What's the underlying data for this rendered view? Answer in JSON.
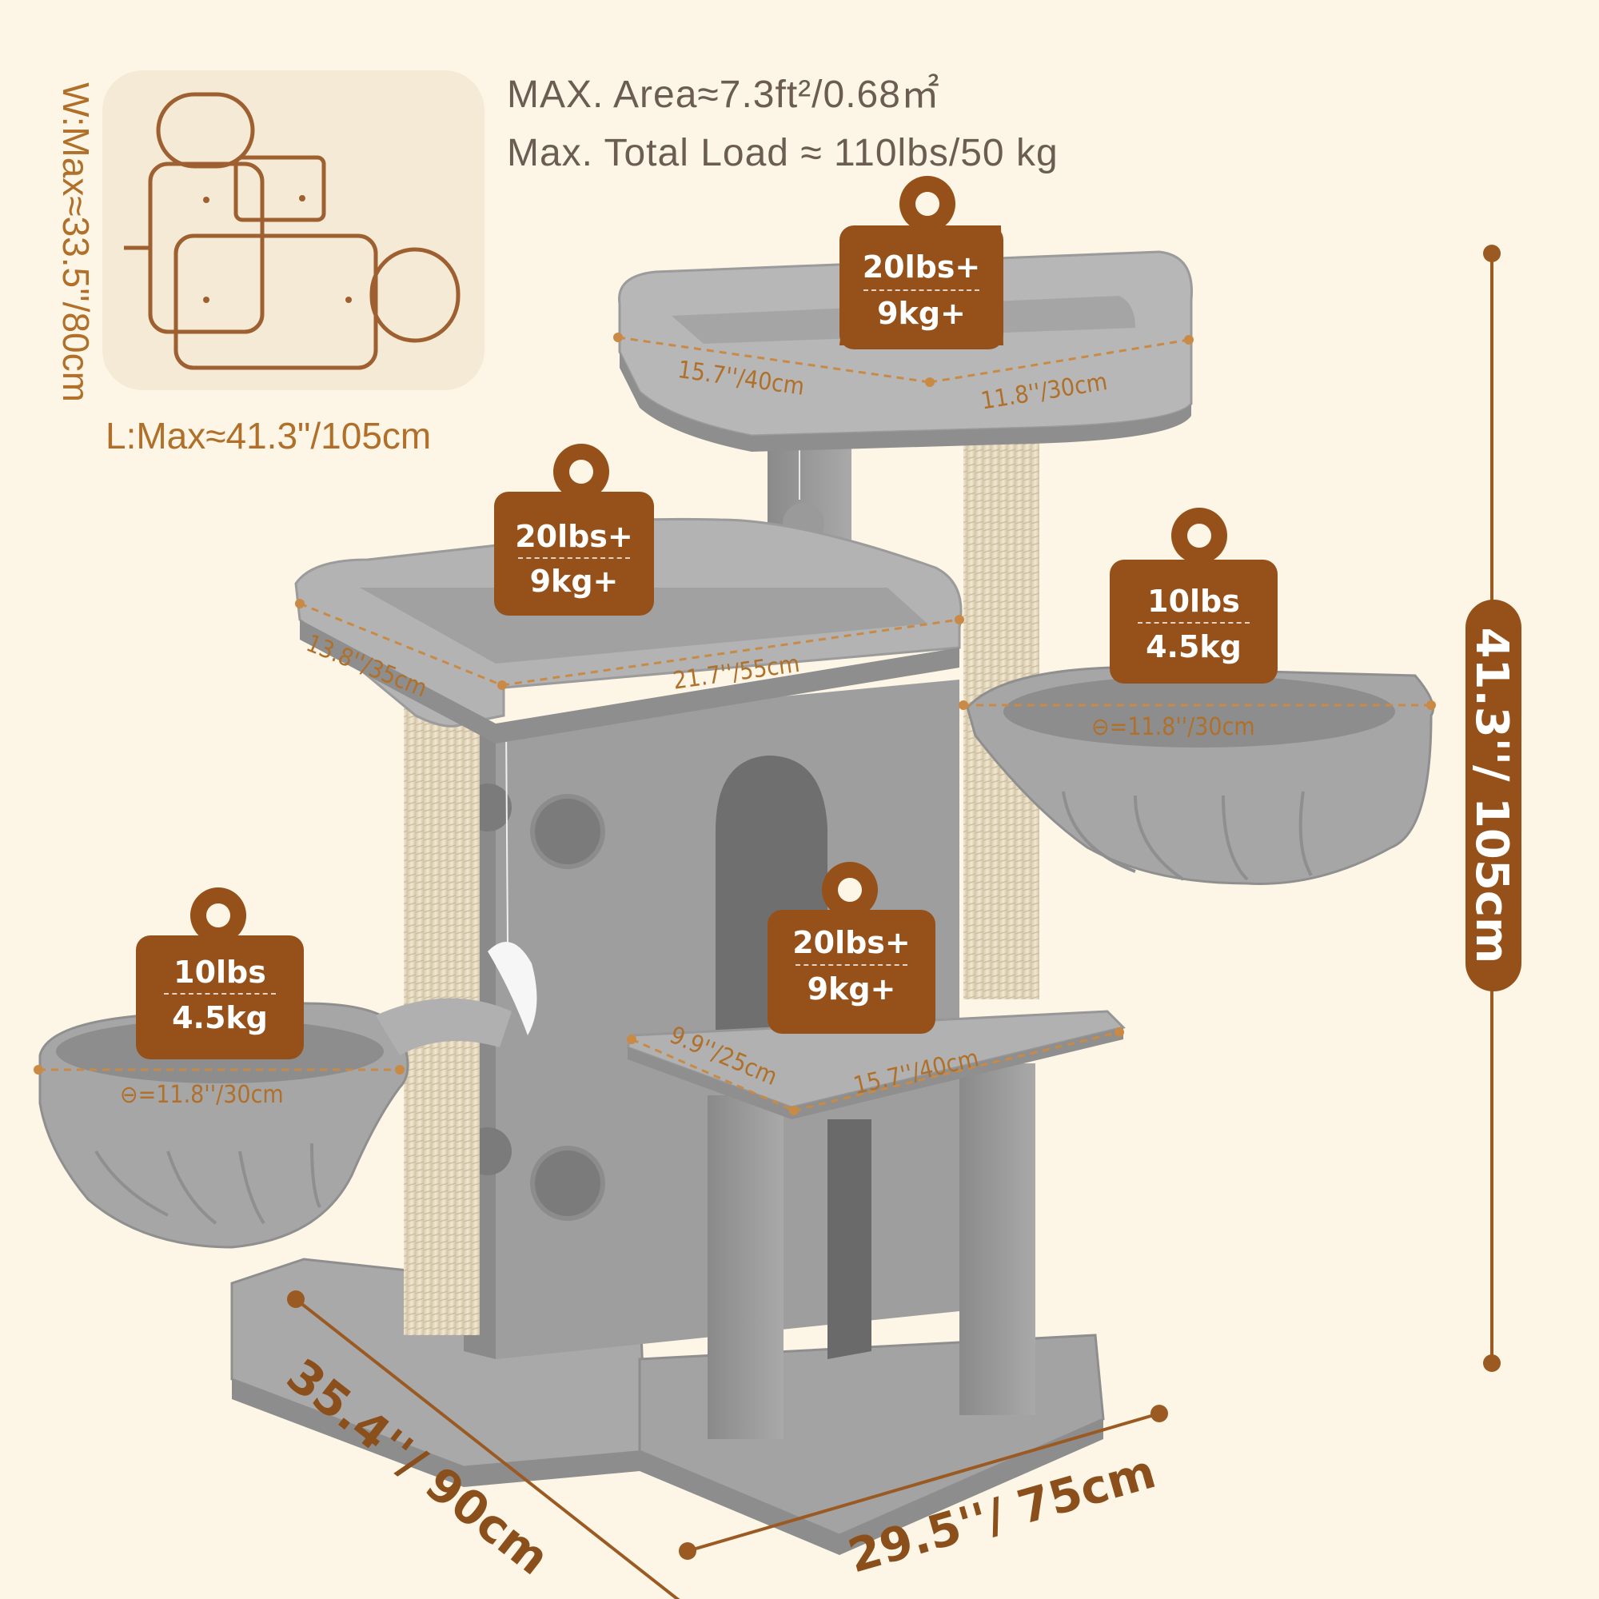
{
  "specs": {
    "max_area": "MAX. Area≈7.3ft²/0.68㎡",
    "max_load": "Max. Total Load ≈ 110lbs/50 kg"
  },
  "footprint": {
    "width_label": "W:Max≈33.5''/80cm",
    "length_label": "L:Max≈41.3\"/105cm"
  },
  "weight_tags": [
    {
      "line1": "20lbs+",
      "line2": "9kg+"
    },
    {
      "line1": "20lbs+",
      "line2": "9kg+"
    },
    {
      "line1": "10lbs",
      "line2": "4.5kg"
    },
    {
      "line1": "20lbs+",
      "line2": "9kg+"
    },
    {
      "line1": "10lbs",
      "line2": "4.5kg"
    }
  ],
  "dimensions": {
    "top_perch_length": "15.7''/40cm",
    "top_perch_width": "11.8''/30cm",
    "mid_platform_depth": "13.8''/35cm",
    "mid_platform_length": "21.7''/55cm",
    "right_basket_diameter": "⊖=11.8''/30cm",
    "left_basket_diameter": "⊖=11.8''/30cm",
    "low_platform_depth": "9.9''/25cm",
    "low_platform_length": "15.7''/40cm",
    "base_depth": "35.4''/ 90cm",
    "base_width": "29.5''/ 75cm",
    "total_height": "41.3''/ 105cm"
  },
  "colors": {
    "background": "#fdf6e7",
    "accent_brown": "#955119",
    "plush_gray": "#a6a6a6",
    "sisal": "#ecdfc4"
  }
}
